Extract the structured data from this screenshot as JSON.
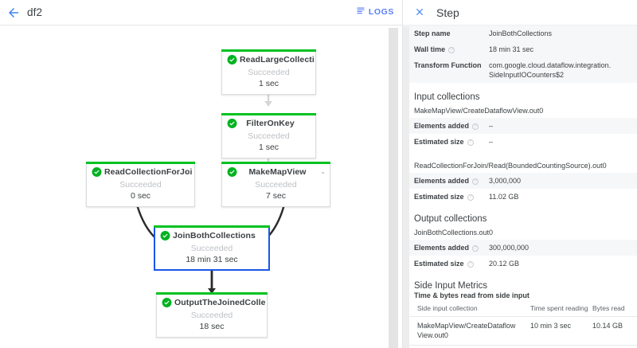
{
  "topbar": {
    "back_icon": "arrow-back-icon",
    "job_name": "df2",
    "logs_label": "LOGS",
    "logs_icon": "subject-lines-icon"
  },
  "colors": {
    "accent_blue": "#4285f4",
    "success_green": "#00c221",
    "selected_border": "#1a56e8",
    "muted_text": "#bdc1c6"
  },
  "graph": {
    "nodes": [
      {
        "id": "read-large-collection",
        "title": "ReadLargeCollectionFr...",
        "status": "Succeeded",
        "time": "1 sec",
        "chevron": "⌄",
        "selected": false
      },
      {
        "id": "filter-on-key",
        "title": "FilterOnKey",
        "status": "Succeeded",
        "time": "1 sec",
        "chevron": "",
        "selected": false
      },
      {
        "id": "read-collection-for-join",
        "title": "ReadCollectionForJoin",
        "status": "Succeeded",
        "time": "0 sec",
        "chevron": "⌄",
        "selected": false
      },
      {
        "id": "make-map-view",
        "title": "MakeMapView",
        "status": "Succeeded",
        "time": "7 sec",
        "chevron": "⌄",
        "selected": false
      },
      {
        "id": "join-both-collections",
        "title": "JoinBothCollections",
        "status": "Succeeded",
        "time": "18 min 31 sec",
        "chevron": "",
        "selected": true
      },
      {
        "id": "output-the-joined",
        "title": "OutputTheJoinedCollec...",
        "status": "Succeeded",
        "time": "18 sec",
        "chevron": "",
        "selected": false
      }
    ]
  },
  "panel": {
    "close_icon": "close-icon",
    "title": "Step",
    "summary": [
      {
        "key": "Step name",
        "help": false,
        "value": "JoinBothCollections"
      },
      {
        "key": "Wall time",
        "help": true,
        "value": "18 min 31 sec"
      },
      {
        "key": "Transform Function",
        "help": false,
        "value": "com.google.cloud.dataflow.integration. SideInputIOCounters$2"
      }
    ],
    "input_collections": {
      "heading": "Input collections",
      "groups": [
        {
          "name": "MakeMapView/CreateDataflowView.out0",
          "rows": [
            {
              "key": "Elements added",
              "help": true,
              "value": "–"
            },
            {
              "key": "Estimated size",
              "help": true,
              "value": "–"
            }
          ]
        },
        {
          "name": "ReadCollectionForJoin/Read(BoundedCountingSource).out0",
          "rows": [
            {
              "key": "Elements added",
              "help": true,
              "value": "3,000,000"
            },
            {
              "key": "Estimated size",
              "help": true,
              "value": "11.02 GB"
            }
          ]
        }
      ]
    },
    "output_collections": {
      "heading": "Output collections",
      "groups": [
        {
          "name": "JoinBothCollections.out0",
          "rows": [
            {
              "key": "Elements added",
              "help": true,
              "value": "300,000,000"
            },
            {
              "key": "Estimated size",
              "help": true,
              "value": "20.12 GB"
            }
          ]
        }
      ]
    },
    "side_input_metrics": {
      "heading": "Side Input Metrics",
      "subheading": "Time & bytes read from side input",
      "columns": [
        "Side input collection",
        "Time spent reading",
        "Bytes read"
      ],
      "rows": [
        [
          "MakeMapView/CreateDataflow View.out0",
          "10 min 3 sec",
          "10.14 GB"
        ]
      ]
    }
  }
}
